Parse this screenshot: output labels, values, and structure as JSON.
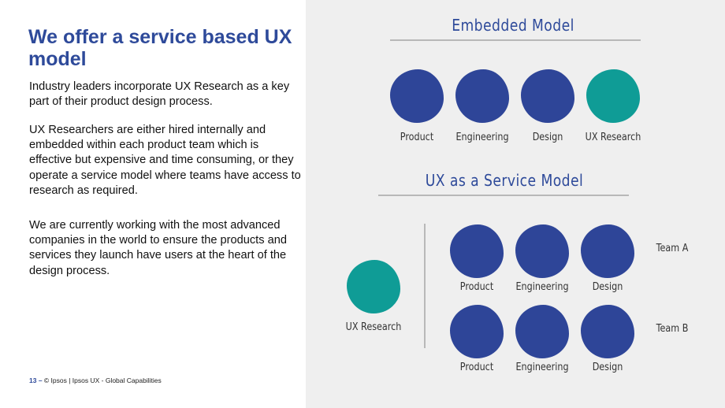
{
  "slide": {
    "title": "We offer a service based UX model",
    "paragraphs": [
      "Industry leaders incorporate UX Research as a key part of their product design process.",
      "UX Researchers are either hired internally and embedded within each product team which is effective but expensive and time consuming, or they operate a service model where teams have access to research as required.",
      "We are currently working with the most advanced companies in the world to ensure the products and services they launch have users at the heart of the design process."
    ],
    "footer": {
      "page_number": "13 –",
      "text": "© Ipsos | Ipsos UX - Global Capabilities"
    }
  },
  "embedded_model": {
    "title": "Embedded Model",
    "teams": [
      "Product",
      "Engineering",
      "Design",
      "UX Research"
    ]
  },
  "service_model": {
    "title": "UX as a Service Model",
    "service_label": "UX Research",
    "team_a": {
      "label": "Team A",
      "members": [
        "Product",
        "Engineering",
        "Design"
      ]
    },
    "team_b": {
      "label": "Team B",
      "members": [
        "Product",
        "Engineering",
        "Design"
      ]
    }
  },
  "colors": {
    "primary_blue": "#2e4598",
    "teal": "#0f9c96",
    "title_blue": "#2e4a9a",
    "panel_bg": "#efefef"
  }
}
